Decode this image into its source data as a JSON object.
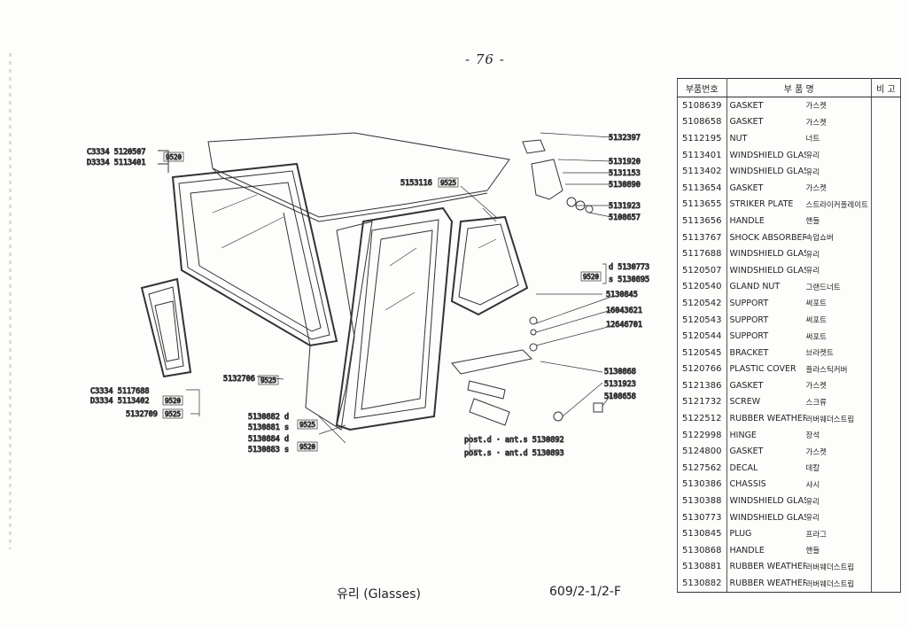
{
  "page_number": "- 76 -",
  "footer": {
    "title": "유리 (Glasses)",
    "code": "609/2-1/2-F"
  },
  "table": {
    "headers": {
      "part_no": "부품번호",
      "part_name": "부     품     명",
      "remark": "비  고"
    },
    "rows": [
      {
        "no": "5108639",
        "en": "GASKET",
        "ko": "가스켓"
      },
      {
        "no": "5108658",
        "en": "GASKET",
        "ko": "가스켓"
      },
      {
        "no": "5112195",
        "en": "NUT",
        "ko": "너트"
      },
      {
        "no": "5113401",
        "en": "WINDSHIELD GLASS",
        "ko": "유리"
      },
      {
        "no": "5113402",
        "en": "WINDSHIELD GLASS",
        "ko": "유리"
      },
      {
        "no": "5113654",
        "en": "GASKET",
        "ko": "가스켓"
      },
      {
        "no": "5113655",
        "en": "STRIKER PLATE",
        "ko": "스트라이커플레이트"
      },
      {
        "no": "5113656",
        "en": "HANDLE",
        "ko": "핸들"
      },
      {
        "no": "5113767",
        "en": "SHOCK ABSORBER",
        "ko": "속압쇼버"
      },
      {
        "no": "5117688",
        "en": "WINDSHIELD GLASS",
        "ko": "유리"
      },
      {
        "no": "5120507",
        "en": "WINDSHIELD GLASS",
        "ko": "유리"
      },
      {
        "no": "5120540",
        "en": "GLAND NUT",
        "ko": "그랜드너트"
      },
      {
        "no": "5120542",
        "en": "SUPPORT",
        "ko": "써포트"
      },
      {
        "no": "5120543",
        "en": "SUPPORT",
        "ko": "써포트"
      },
      {
        "no": "5120544",
        "en": "SUPPORT",
        "ko": "써포트"
      },
      {
        "no": "5120545",
        "en": "BRACKET",
        "ko": "브라켓트"
      },
      {
        "no": "5120766",
        "en": "PLASTIC COVER",
        "ko": "플라스틱커버"
      },
      {
        "no": "5121386",
        "en": "GASKET",
        "ko": "가스켓"
      },
      {
        "no": "5121732",
        "en": "SCREW",
        "ko": "스크류"
      },
      {
        "no": "5122512",
        "en": "RUBBER WEATHERSTRIP",
        "ko": "러버웨더스트립"
      },
      {
        "no": "5122998",
        "en": "HINGE",
        "ko": "장석"
      },
      {
        "no": "5124800",
        "en": "GASKET",
        "ko": "가스켓"
      },
      {
        "no": "5127562",
        "en": "DECAL",
        "ko": "데칼"
      },
      {
        "no": "5130386",
        "en": "CHASSIS",
        "ko": "샤시"
      },
      {
        "no": "5130388",
        "en": "WINDSHIELD GLASS",
        "ko": "유리"
      },
      {
        "no": "5130773",
        "en": "WINDSHIELD GLASS",
        "ko": "유리"
      },
      {
        "no": "5130845",
        "en": "PLUG",
        "ko": "프라그"
      },
      {
        "no": "5130868",
        "en": "HANDLE",
        "ko": "핸들"
      },
      {
        "no": "5130881",
        "en": "RUBBER WEATHERSTRIP",
        "ko": "러버웨더스트립"
      },
      {
        "no": "5130882",
        "en": "RUBBER WEATHERSTRIP",
        "ko": "러버웨더스트립"
      }
    ]
  },
  "diagram": {
    "callouts": {
      "c3334_5120507": "C3334 5120507",
      "d3334_5113401": "D3334 5113401",
      "box_9520_a": "9520",
      "p5153116": "5153116",
      "box_9525_a": "9525",
      "p5132397": "5132397",
      "p5131920": "5131920",
      "p5131153": "5131153",
      "p5130890": "5130890",
      "p5131923_a": "5131923",
      "p5108657": "5108657",
      "box_9520_b": "9520",
      "d5130773": "d  5130773",
      "s5130895": "s  5130895",
      "p5130845": "5130845",
      "p16043621": "16043621",
      "p12646701": "12646701",
      "p5130868": "5130868",
      "p5131923_b": "5131923",
      "p5108658": "5108658",
      "p5132706": "5132706",
      "box_9525_b": "9525",
      "c3334_5117688": "C3334 5117688",
      "d3334_5113402": "D3334 5113402",
      "box_9520_c": "9520",
      "p5132709": "5132709",
      "box_9525_c": "9525",
      "p5130882d": "5130882  d",
      "p5130881s": "5130881  s",
      "box_9525_d": "9525",
      "p5130884d": "5130884  d",
      "p5130883s": "5130883  s",
      "box_9520_d": "9520",
      "post_d": "post.d · ant.s  5130892",
      "post_s": "post.s · ant.d  5130893"
    }
  }
}
